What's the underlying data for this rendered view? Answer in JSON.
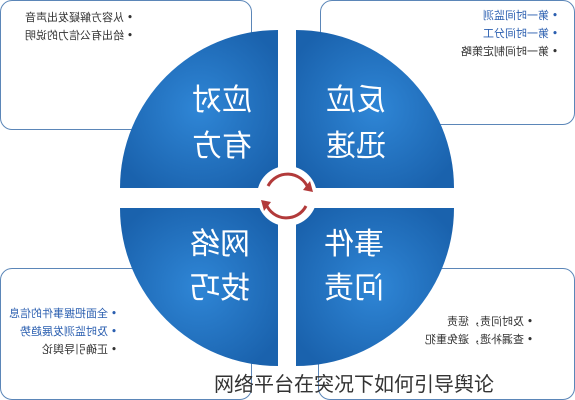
{
  "quadrants": {
    "tl": {
      "line1": "应对",
      "line2": "有方"
    },
    "tr": {
      "line1": "反应",
      "line2": "迅速"
    },
    "bl": {
      "line1": "网络",
      "line2": "技巧"
    },
    "br": {
      "line1": "事件",
      "line2": "问责"
    }
  },
  "boxes": {
    "tl": {
      "items": [
        "从容方解疑发出声音",
        "给出有公信力的说明"
      ]
    },
    "tr": {
      "items": [
        "第一时间监测",
        "第一时间分工",
        "第一时间制定策略"
      ]
    },
    "bl": {
      "items": [
        "全面把握事件的信息",
        "及时监测发展趋势",
        "正确引导舆论"
      ]
    },
    "br": {
      "items": [
        "及时问责，惩责",
        "查漏补遗，避免重犯"
      ]
    }
  },
  "bullet": "•",
  "caption": "网络平台在突况下如何引导舆论",
  "colors": {
    "quadrant": "#1f6fb8",
    "box_border": "#5b86b8",
    "highlight_text": "#2b5fb0",
    "cycle_arrow": "#b23a3a"
  }
}
